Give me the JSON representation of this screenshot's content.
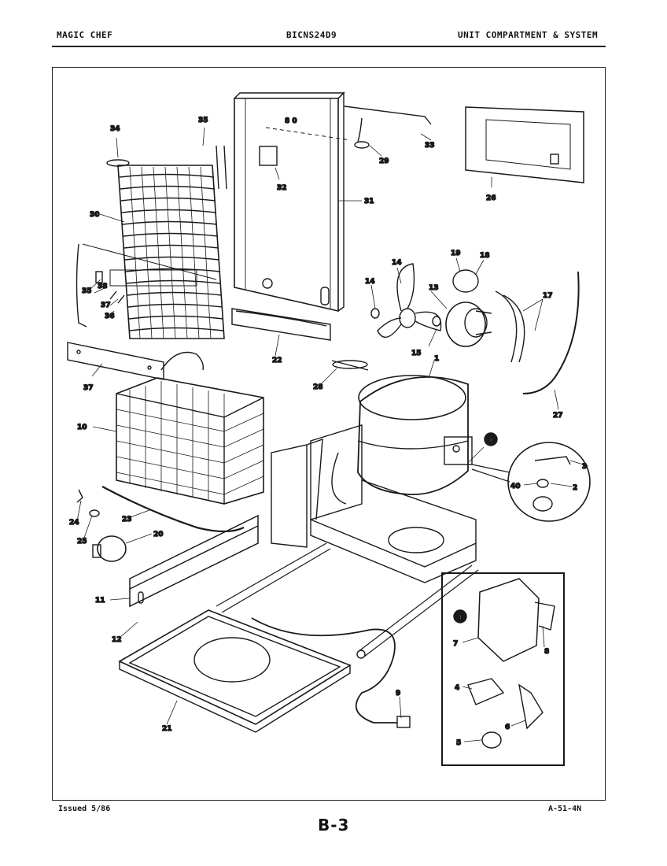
{
  "header": {
    "brand": "MAGIC CHEF",
    "model": "BICNS24D9",
    "section": "UNIT COMPARTMENT & SYSTEM"
  },
  "footer": {
    "issued": "Issued 5/86",
    "code": "A-51-4N",
    "page": "B-3"
  },
  "callouts": {
    "p1": "1",
    "p2": "2",
    "p3": "3",
    "p4": "4",
    "p5": "5",
    "p6": "6",
    "p7": "7",
    "p8": "8",
    "p9": "9",
    "p10": "10",
    "p11": "11",
    "p12": "12",
    "p13": "13",
    "p14a": "14",
    "p14b": "14",
    "p15": "15",
    "p17": "17",
    "p18": "18",
    "p19": "19",
    "p20": "20",
    "p21": "21",
    "p22": "22",
    "p23": "23",
    "p24": "24",
    "p25": "25",
    "p26": "26",
    "p27": "27",
    "p28": "28",
    "p29": "29",
    "p30": "30",
    "p31": "31",
    "p32": "32",
    "p33": "33",
    "p34": "34",
    "p35": "35",
    "p35b": "35",
    "p36": "36",
    "p37": "37",
    "p37b": "37",
    "p38": "38",
    "p40": "40",
    "p80": "8 0",
    "ref1": "1",
    "ref1b": "1"
  }
}
